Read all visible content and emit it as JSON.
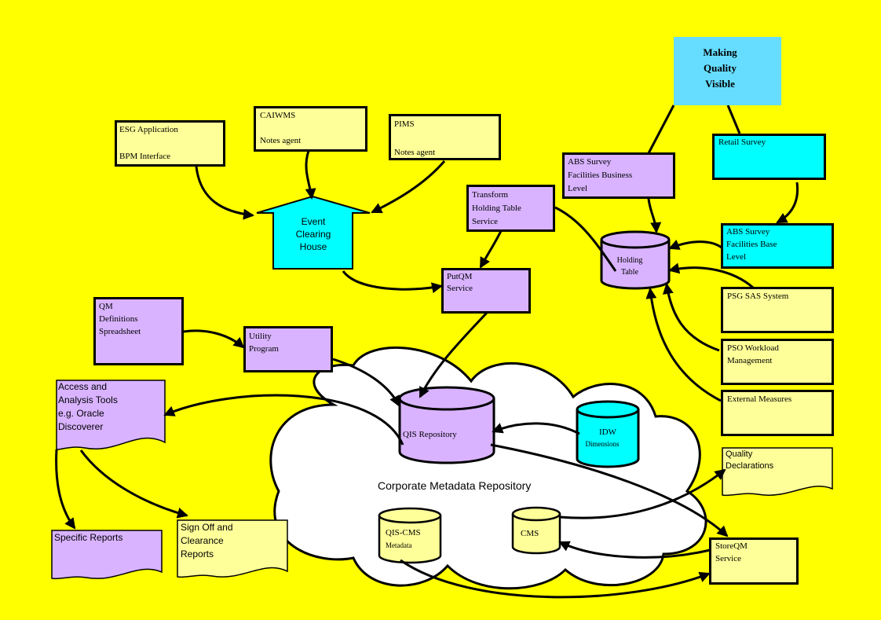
{
  "colors": {
    "background": "#ffff00",
    "lavender": "#d9b3ff",
    "cream": "#ffff99",
    "cyan": "#00ffff",
    "light_blue": "#66ddff",
    "cloud": "#ffffff",
    "ink": "#000000"
  },
  "title": "Making\nQuality\nVisible",
  "cloud_label": "Corporate Metadata Repository",
  "nodes": {
    "esg": "ESG Application\n\nBPM Interface",
    "caiwms": "CAIWMS\n\nNotes agent",
    "pims": "PIMS\n\nNotes agent",
    "event_clearing_house": "Event\nClearing\nHouse",
    "transform": "Transform\nHolding Table\nService",
    "putqm": "PutQM\nService",
    "abs_business": "ABS Survey\nFacilities Business\nLevel",
    "retail": "Retail Survey",
    "abs_base": "ABS Survey\nFacilities Base\nLevel",
    "holding_table": "Holding\nTable",
    "psg_sas": "PSG SAS System",
    "pso_workload": "PSO Workload\nManagement",
    "external_measures": "External Measures",
    "quality_declarations": "Quality\nDeclarations",
    "qm_definitions": "QM\nDefinitions\nSpreadsheet",
    "utility": "Utility\nProgram",
    "access_tools": "Access and\nAnalysis Tools\ne.g. Oracle\nDiscoverer",
    "qis_repository": "QIS Repository",
    "idw_title": "IDW",
    "idw_sub": "Dimensions",
    "qis_cms": "QIS-CMS",
    "qis_cms_sub": "Metadata",
    "cms": "CMS",
    "storeqm": "StoreQM\nService",
    "specific_reports": "Specific Reports",
    "sign_off": "Sign Off and\nClearance\nReports"
  }
}
